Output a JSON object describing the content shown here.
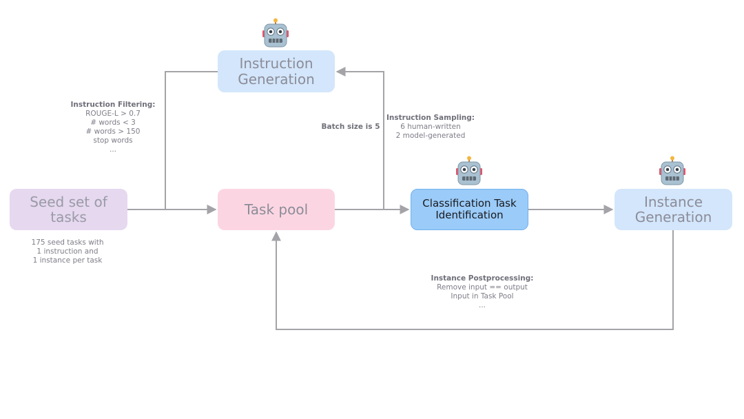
{
  "nodes": {
    "seed": "Seed set of tasks",
    "task_pool": "Task pool",
    "instruction_generation": [
      "Instruction",
      "Generation"
    ],
    "classification": [
      "Classification Task",
      "Identification"
    ],
    "instance_generation": [
      "Instance",
      "Generation"
    ]
  },
  "notes": {
    "filtering": {
      "title": "Instruction Filtering:",
      "lines": [
        "ROUGE-L > 0.7",
        "# words < 3",
        "# words > 150",
        "stop words",
        "..."
      ]
    },
    "batch": "Batch size is 5",
    "sampling": {
      "title": "Instruction Sampling:",
      "lines": [
        "6 human-written",
        "2 model-generated"
      ]
    },
    "seed_info": {
      "lines": [
        "175 seed tasks with",
        "1 instruction and",
        "1 instance per task"
      ]
    },
    "postprocessing": {
      "title": "Instance Postprocessing:",
      "lines": [
        "Remove input == output",
        "Input in Task Pool",
        "..."
      ]
    }
  },
  "icons": {
    "robot": "robot-icon"
  },
  "colors": {
    "seed_fill": "#e5d8ef",
    "task_pool_fill": "#fbd6e2",
    "generation_fill": "#d3e6fb",
    "classification_fill": "#9bcbf8",
    "arrow": "#a3a3a8"
  }
}
